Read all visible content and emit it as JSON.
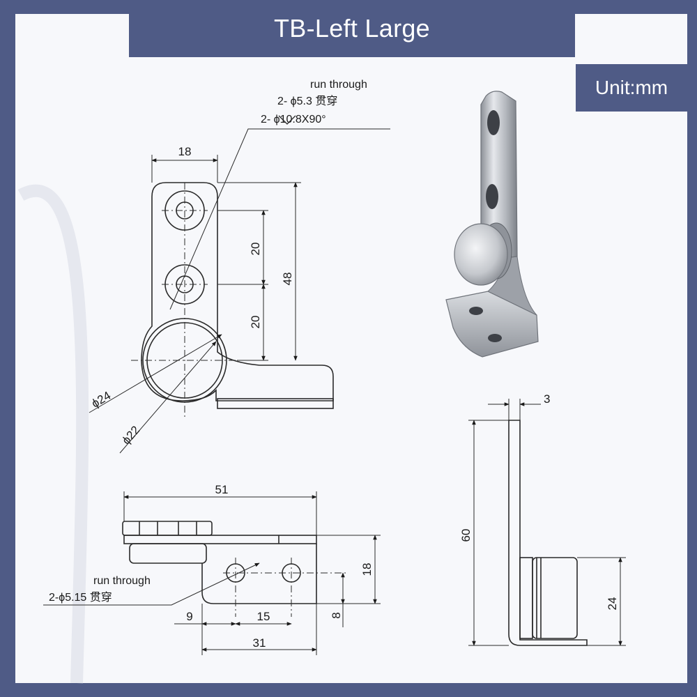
{
  "header": {
    "title": "TB-Left Large"
  },
  "unit_label": "Unit:mm",
  "front_view": {
    "annotation": {
      "line1": "run through",
      "line2": "2- ϕ5.3 贯穿",
      "line3": "2-  ϕ10.8X90°"
    },
    "dims": {
      "width_top": "18",
      "pitch_upper": "20",
      "pitch_lower": "20",
      "height_total": "48",
      "dia_outer": "ϕ24",
      "dia_inner": "ϕ22"
    }
  },
  "bottom_view": {
    "annotation": {
      "line1": "run through",
      "line2": "2-ϕ5.15 贯穿"
    },
    "dims": {
      "overall_length": "51",
      "height": "18",
      "offset": "9",
      "pitch": "15",
      "base_length": "31",
      "hole_height": "8"
    }
  },
  "side_view": {
    "dims": {
      "thickness": "3",
      "height_total": "60",
      "height_lower": "24"
    }
  },
  "colors": {
    "frame": "#4f5b86",
    "sheet": "#f7f8fb",
    "line": "#2a2a2a",
    "metal": "#b9bcc2"
  }
}
